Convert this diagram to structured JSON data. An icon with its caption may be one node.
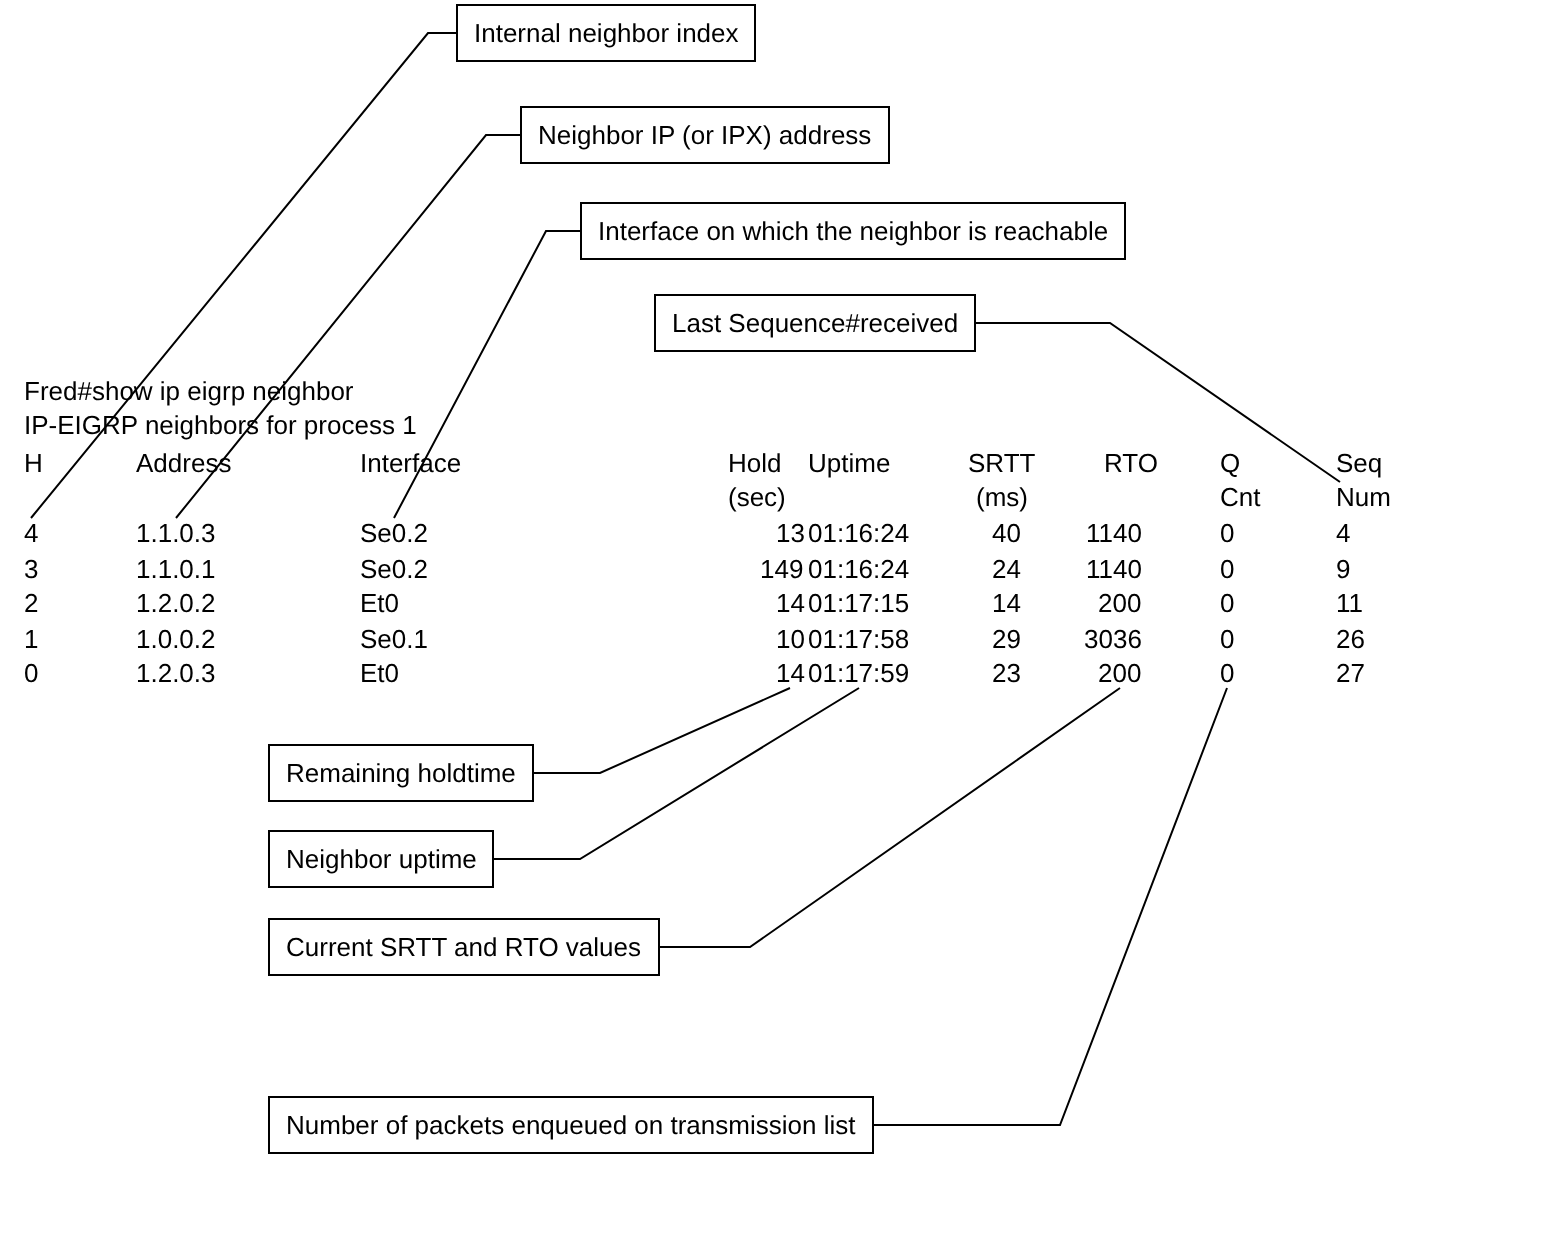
{
  "diagram": {
    "nodes": [
      {
        "text": [
          "Internal neighbor index"
        ]
      },
      {
        "text": [
          "Neighbor IP (or IPX) address"
        ]
      },
      {
        "text": [
          "Interface on which the neighbor is reachable"
        ]
      },
      {
        "text": [
          "Last Sequence#received"
        ]
      },
      {
        "text": [
          "Remaining holdtime"
        ]
      },
      {
        "text": [
          "Neighbor uptime"
        ]
      },
      {
        "text": [
          "Current SRTT and RTO values"
        ]
      },
      {
        "text": [
          "Number of packets enqueued on transmission list"
        ]
      },
      {
        "text": [
          "4"
        ]
      },
      {
        "text": [
          "1.1.0.3"
        ]
      },
      {
        "text": [
          "Se0.2"
        ]
      },
      {
        "text": [
          "Num"
        ]
      },
      {
        "text": [
          "14"
        ]
      },
      {
        "text": [
          "01:17:59"
        ]
      },
      {
        "text": [
          "200"
        ]
      },
      {
        "text": [
          "0"
        ]
      }
    ],
    "edges": [
      {
        "from": 0,
        "to": 8,
        "arrow": "none"
      },
      {
        "from": 1,
        "to": 9,
        "arrow": "none"
      },
      {
        "from": 2,
        "to": 10,
        "arrow": "none"
      },
      {
        "from": 3,
        "to": 11,
        "arrow": "none"
      },
      {
        "from": 4,
        "to": 12,
        "arrow": "none"
      },
      {
        "from": 5,
        "to": 13,
        "arrow": "none"
      },
      {
        "from": 6,
        "to": 14,
        "arrow": "none"
      },
      {
        "from": 7,
        "to": 15,
        "arrow": "none"
      }
    ],
    "labels": [
      "Fred#show ip eigrp neighbor",
      "IP-EIGRP neighbors for process 1",
      "H",
      "Address",
      "Interface",
      "Hold",
      "Uptime",
      "SRTT",
      "RTO",
      "Q",
      "Seq",
      "(sec)",
      "(ms)",
      "Cnt",
      "13",
      "01:16:24",
      "40",
      "1140",
      "0",
      "4",
      "3",
      "1.1.0.1",
      "Se0.2",
      "149",
      "01:16:24",
      "24",
      "1140",
      "0",
      "9",
      "2",
      "1.2.0.2",
      "Et0",
      "14",
      "01:17:15",
      "14",
      "200",
      "0",
      "11",
      "1",
      "1.0.0.2",
      "Se0.1",
      "10",
      "01:17:58",
      "29",
      "3036",
      "0",
      "26",
      "0",
      "1.2.0.3",
      "Et0",
      "23",
      "27"
    ]
  }
}
